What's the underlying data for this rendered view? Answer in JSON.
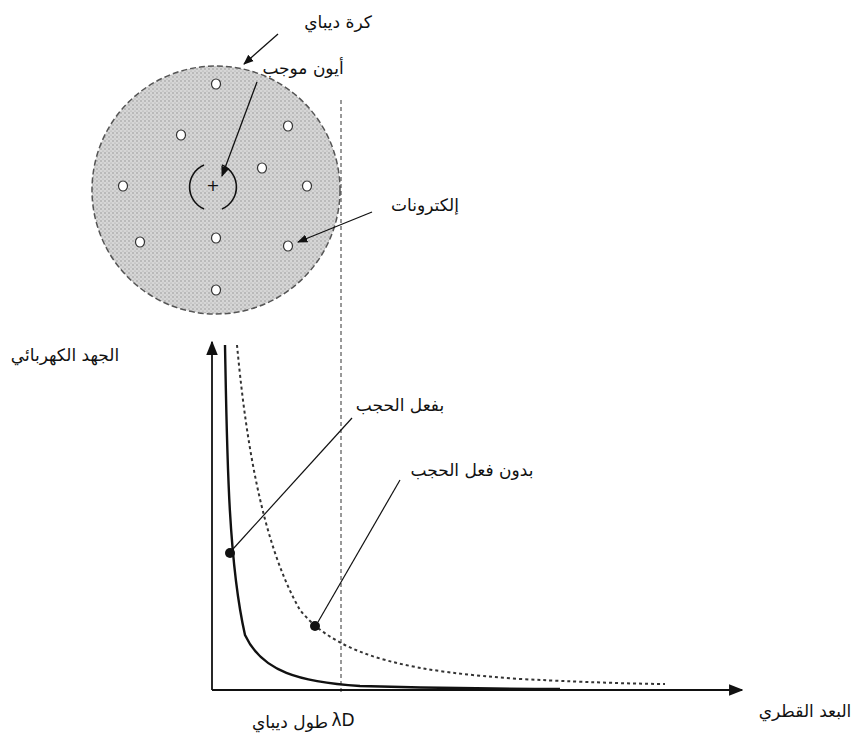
{
  "diagram": {
    "labels": [
      "كرة ديباي",
      "أيون موجب",
      "+",
      "إلكترونات",
      "الجهد الكهربائي",
      "بفعل الحجب",
      "بدون فعل الحجب",
      "البعد القطري",
      "طول ديباي",
      "λD"
    ]
  }
}
